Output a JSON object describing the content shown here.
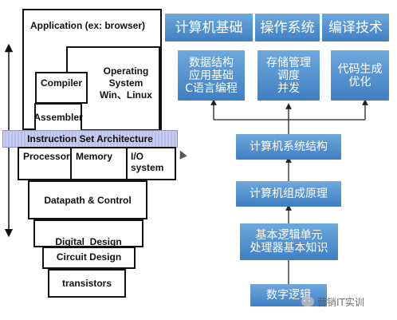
{
  "stack": {
    "application": "Application (ex: browser)",
    "operating_system": [
      "Operating",
      "System",
      "Win、Linux"
    ],
    "compiler": "Compiler",
    "assembler": "Assembler",
    "isa": "Instruction Set Architecture",
    "processor": "Processor",
    "memory": "Memory",
    "io_system": "I/O system",
    "datapath": "Datapath & Control",
    "digital_design": "Digital  Design",
    "circuit_design": "Circuit Design",
    "transistors": "transistors"
  },
  "courses": {
    "header": [
      "计算机基础",
      "操作系统",
      "编译技术"
    ],
    "sub1": [
      "数据结构",
      "应用基础",
      "C语言编程"
    ],
    "sub2": [
      "存储管理",
      "调度",
      "并发"
    ],
    "sub3": [
      "代码生成",
      "优化"
    ],
    "architecture": "计算机系统结构",
    "organization": "计算机组成原理",
    "basics": [
      "基本逻辑单元",
      "处理器基本知识"
    ],
    "digital_logic": "数字逻辑"
  },
  "watermark": "营销IT实训"
}
